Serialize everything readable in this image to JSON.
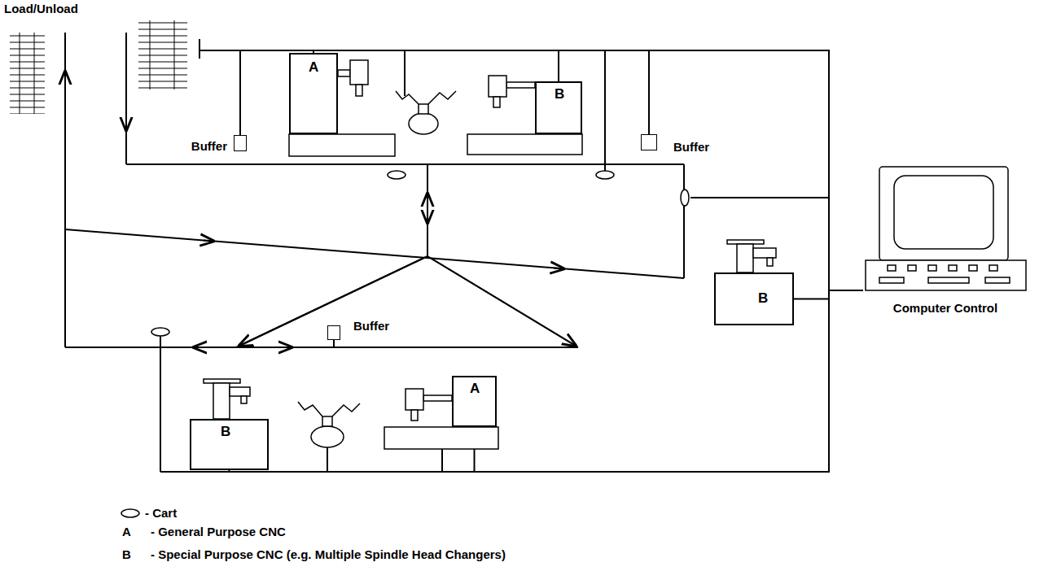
{
  "diagram": {
    "nodes": [
      {
        "text": [
          "Buffer"
        ]
      },
      {
        "text": [
          "A"
        ]
      },
      {
        "text": [
          "B"
        ]
      },
      {
        "text": [
          "Buffer"
        ]
      },
      {
        "text": [
          "B"
        ]
      },
      {
        "text": [
          "Computer Control"
        ]
      },
      {
        "text": [
          "Buffer"
        ]
      },
      {
        "text": [
          "B"
        ]
      },
      {
        "text": [
          "A"
        ]
      }
    ],
    "edges": [
      {
        "from": 0,
        "to": 5,
        "arrow": "none"
      },
      {
        "from": 1,
        "to": 5,
        "arrow": "none"
      },
      {
        "from": 2,
        "to": 5,
        "arrow": "none"
      },
      {
        "from": 3,
        "to": 5,
        "arrow": "none"
      },
      {
        "from": 4,
        "to": 5,
        "arrow": "none"
      },
      {
        "from": 7,
        "to": 5,
        "arrow": "none"
      },
      {
        "from": 8,
        "to": 5,
        "arrow": "none"
      }
    ],
    "labels": [
      "Load/Unload",
      "A",
      "B"
    ],
    "legend": [
      {
        "text": "- Cart"
      },
      {
        "text": "- General Purpose CNC"
      },
      {
        "text": "- Special Purpose CNC (e.g. Multiple Spindle Head Changers)"
      }
    ]
  }
}
